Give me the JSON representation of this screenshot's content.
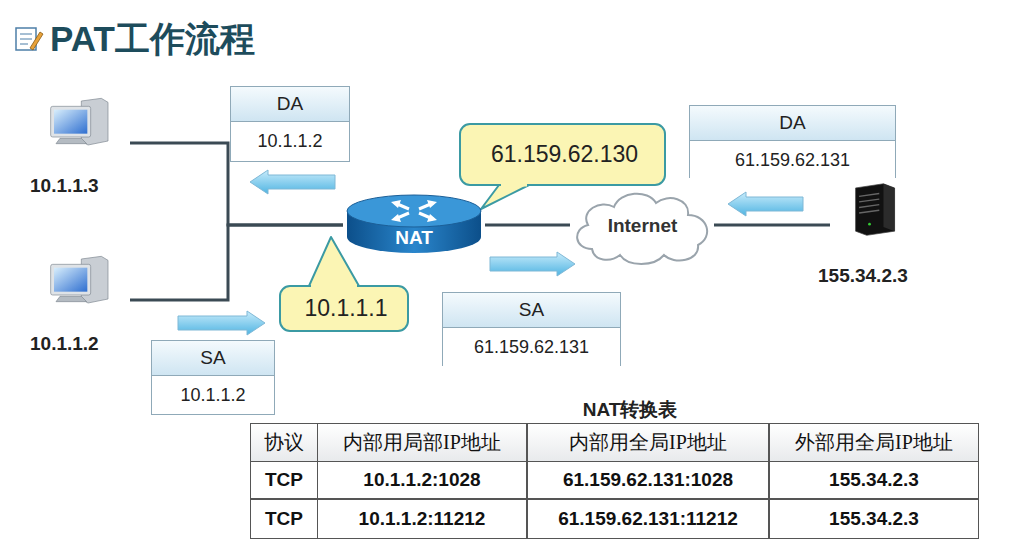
{
  "diagram": {
    "title": "PAT工作流程",
    "nodes": [
      {
        "text": [
          "10.1.1.3"
        ]
      },
      {
        "text": [
          "10.1.1.2"
        ]
      },
      {
        "text": [
          "DA",
          "10.1.1.2"
        ]
      },
      {
        "text": [
          "61.159.62.130"
        ]
      },
      {
        "text": [
          "NAT"
        ]
      },
      {
        "text": [
          "10.1.1.1"
        ]
      },
      {
        "text": [
          "Internet"
        ]
      },
      {
        "text": [
          "DA",
          "61.159.62.131"
        ]
      },
      {
        "text": [
          "155.34.2.3"
        ]
      },
      {
        "text": [
          "SA",
          "10.1.1.2"
        ]
      },
      {
        "text": [
          "SA",
          "61.159.62.131"
        ]
      }
    ],
    "edges": [
      {
        "from": 0,
        "to": 4,
        "arrow": "none"
      },
      {
        "from": 1,
        "to": 4,
        "arrow": "none"
      },
      {
        "from": 4,
        "to": 6,
        "arrow": "none"
      },
      {
        "from": 6,
        "to": 8,
        "arrow": "none"
      }
    ],
    "labels": [
      "NAT转换表",
      "协议",
      "内部用局部IP地址",
      "内部用全局IP地址",
      "外部用全局IP地址",
      "TCP",
      "10.1.1.2:1028",
      "61.159.62.131:1028",
      "155.34.2.3",
      "TCP",
      "10.1.1.2:11212",
      "61.159.62.131:11212",
      "155.34.2.3"
    ]
  }
}
